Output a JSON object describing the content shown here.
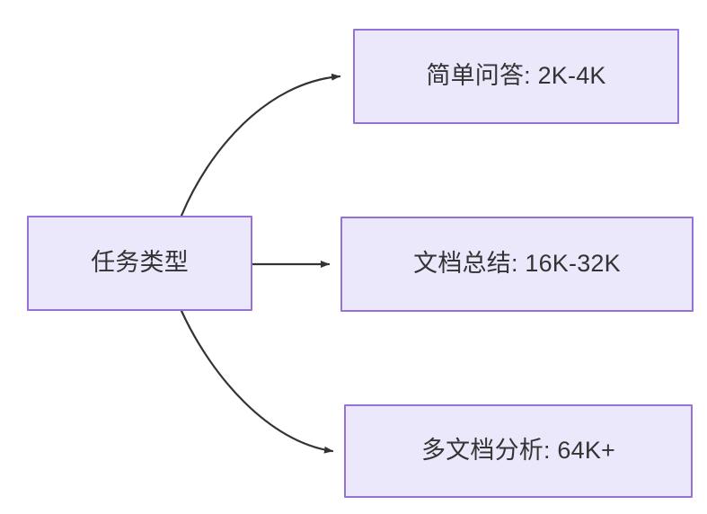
{
  "diagram": {
    "type": "flowchart",
    "direction": "left-to-right",
    "background_color": "#ffffff",
    "node_fill_color": "#ece8fc",
    "node_border_color": "#9672d6",
    "text_color": "#333333",
    "edge_color": "#333333",
    "nodes": [
      {
        "id": "source",
        "label": "任务类型",
        "role": "root"
      },
      {
        "id": "simple-qa",
        "label": "简单问答: 2K-4K",
        "role": "leaf"
      },
      {
        "id": "doc-summary",
        "label": "文档总结: 16K-32K",
        "role": "leaf"
      },
      {
        "id": "multi-doc",
        "label": "多文档分析: 64K+",
        "role": "leaf"
      }
    ],
    "edges": [
      {
        "id": "edge-source-simple-qa",
        "from": "source",
        "to": "simple-qa",
        "label": "",
        "style": "curved-arrow"
      },
      {
        "id": "edge-source-doc-summary",
        "from": "source",
        "to": "doc-summary",
        "label": "",
        "style": "straight-arrow"
      },
      {
        "id": "edge-source-multi-doc",
        "from": "source",
        "to": "multi-doc",
        "label": "",
        "style": "curved-arrow"
      }
    ]
  }
}
